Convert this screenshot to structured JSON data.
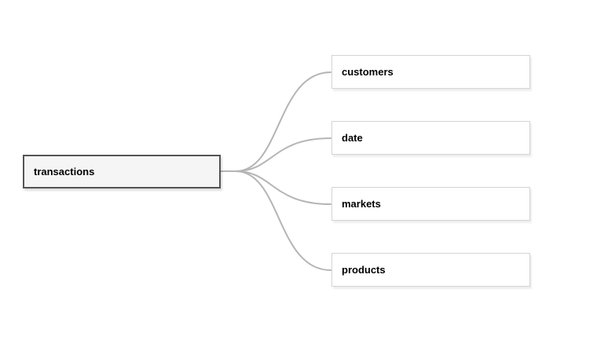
{
  "diagram": {
    "root": {
      "label": "transactions"
    },
    "children": [
      {
        "label": "customers"
      },
      {
        "label": "date"
      },
      {
        "label": "markets"
      },
      {
        "label": "products"
      }
    ],
    "colors": {
      "background": "#ffffff",
      "root_fill": "#f5f5f5",
      "root_border": "#545454",
      "child_fill": "#ffffff",
      "child_border": "#d4d4d4",
      "edge": "#b5b5b5",
      "text": "#000000"
    }
  }
}
